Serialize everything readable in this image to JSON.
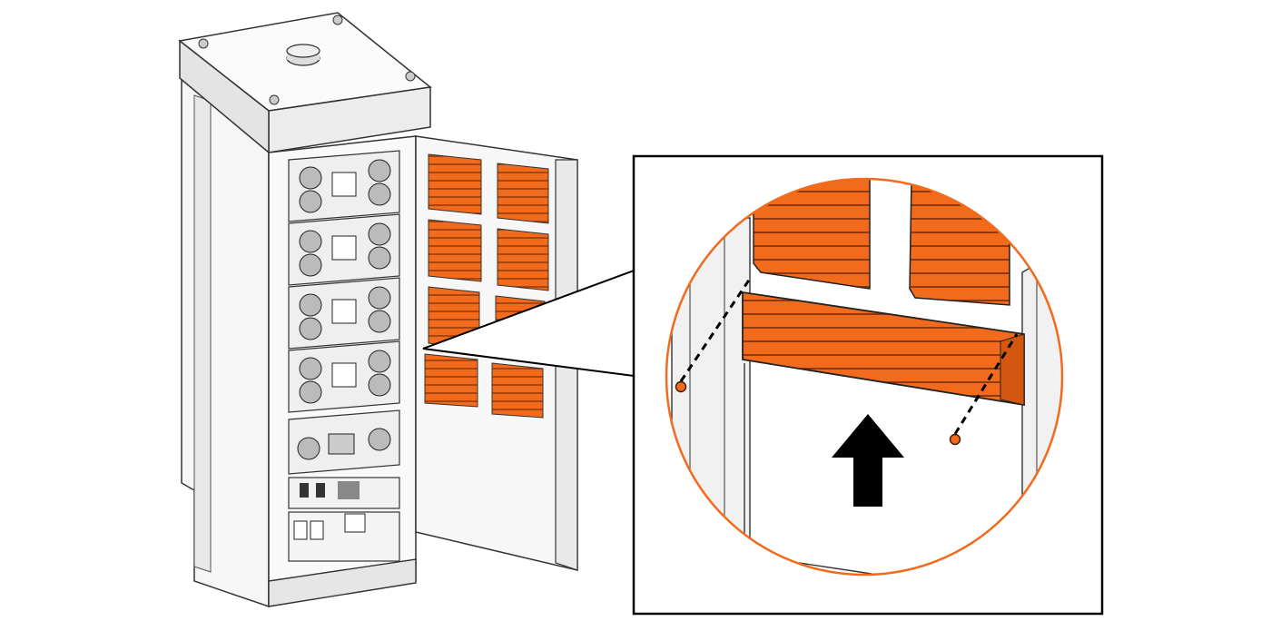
{
  "diagram": {
    "colors": {
      "filter": "#f26b1d",
      "filter_dark": "#c94f10",
      "frame": "#eeeeee",
      "outline": "#222222",
      "highlight": "#f26b1d",
      "arrow": "#000000",
      "screw": "#f26b1d"
    },
    "cabinet": {
      "module_count": 4,
      "door_filter_grid": {
        "columns": 2,
        "rows": 4
      }
    },
    "callout": {
      "icons": [
        "up-arrow-icon",
        "screw-icon",
        "dashed-alignment-line"
      ]
    }
  }
}
